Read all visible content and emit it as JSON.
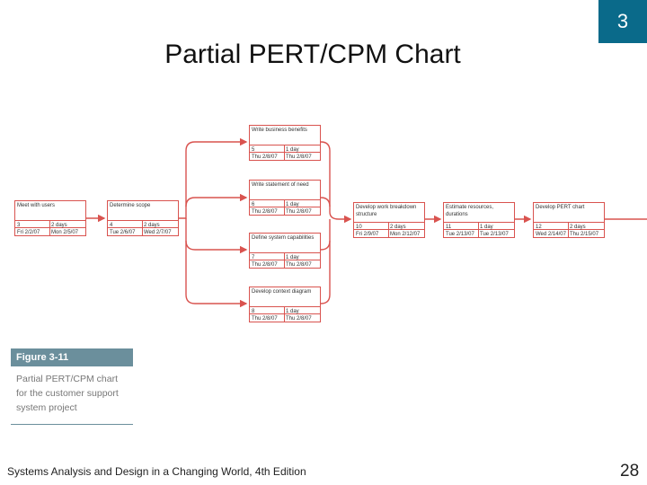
{
  "slide_number": "3",
  "title": "Partial PERT/CPM Chart",
  "figure": {
    "tag": "Figure 3-11",
    "caption": "Partial PERT/CPM chart for the customer support system project"
  },
  "tasks": [
    {
      "name": "Meet with users",
      "id": "3",
      "duration": "2 days",
      "start": "Fri 2/2/07",
      "end": "Mon 2/5/07"
    },
    {
      "name": "Determine scope",
      "id": "4",
      "duration": "2 days",
      "start": "Tue 2/6/07",
      "end": "Wed 2/7/07"
    },
    {
      "name": "Write business benefits",
      "id": "5",
      "duration": "1 day",
      "start": "Thu 2/8/07",
      "end": "Thu 2/8/07"
    },
    {
      "name": "Write statement of need",
      "id": "6",
      "duration": "1 day",
      "start": "Thu 2/8/07",
      "end": "Thu 2/8/07"
    },
    {
      "name": "Define system capabilities",
      "id": "7",
      "duration": "1 day",
      "start": "Thu 2/8/07",
      "end": "Thu 2/8/07"
    },
    {
      "name": "Develop context diagram",
      "id": "8",
      "duration": "1 day",
      "start": "Thu 2/8/07",
      "end": "Thu 2/8/07"
    },
    {
      "name": "Develop work breakdown structure",
      "id": "10",
      "duration": "2 days",
      "start": "Fri 2/9/07",
      "end": "Mon 2/12/07"
    },
    {
      "name": "Estimate resources, durations",
      "id": "11",
      "duration": "1 day",
      "start": "Tue 2/13/07",
      "end": "Tue 2/13/07"
    },
    {
      "name": "Develop PERT chart",
      "id": "12",
      "duration": "2 days",
      "start": "Wed 2/14/07",
      "end": "Thu 2/15/07"
    }
  ],
  "footer": "Systems Analysis and Design in a Changing World, 4th Edition",
  "page_number": "28",
  "colors": {
    "accent": "#0a6a8a",
    "node_border": "#d9534f",
    "caption_bar": "#6b8f9c"
  }
}
